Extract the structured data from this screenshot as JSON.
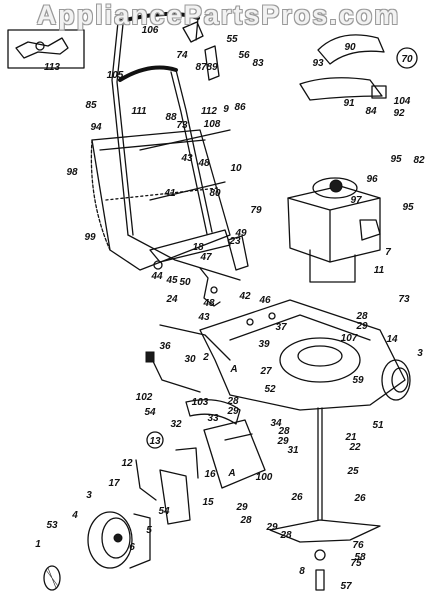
{
  "watermark": "AppliancePartsPros.com",
  "circled_labels": [
    "70",
    "13"
  ],
  "callouts": [
    "106",
    "74",
    "55",
    "56",
    "83",
    "87",
    "89",
    "113",
    "105",
    "85",
    "94",
    "111",
    "88",
    "73",
    "112",
    "9",
    "86",
    "108",
    "43",
    "48",
    "10",
    "98",
    "80",
    "41",
    "79",
    "49",
    "23",
    "99",
    "18",
    "47",
    "50",
    "42",
    "45",
    "44",
    "24",
    "48",
    "43",
    "46",
    "28",
    "29",
    "73",
    "36",
    "30",
    "2",
    "A",
    "37",
    "39",
    "107",
    "14",
    "3",
    "27",
    "59",
    "102",
    "54",
    "103",
    "28",
    "29",
    "33",
    "32",
    "52",
    "34",
    "28",
    "29",
    "31",
    "51",
    "21",
    "22",
    "12",
    "16",
    "17",
    "15",
    "3",
    "4",
    "53",
    "1",
    "54",
    "5",
    "6",
    "A",
    "29",
    "28",
    "100",
    "25",
    "26",
    "26",
    "29",
    "28",
    "76",
    "58",
    "75",
    "8",
    "57",
    "90",
    "93",
    "91",
    "104",
    "84",
    "92",
    "95",
    "82",
    "96",
    "97",
    "95",
    "7",
    "11"
  ]
}
